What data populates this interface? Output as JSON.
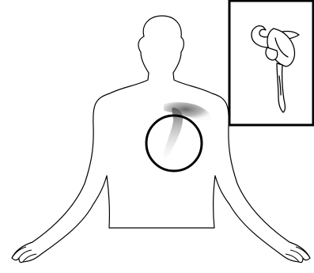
{
  "figure": {
    "subject": "body-outline-front",
    "highlight": "upper-left-chest",
    "inset": "device-and-lead-closeup"
  },
  "colors": {
    "background": "#ffffff",
    "outline": "#000000",
    "shading_dark": "#6b6b6b",
    "shading_light": "#d6d6d6"
  },
  "icons": {
    "body": "human-torso-outline",
    "marker": "circle-marker",
    "inset_device": "implant-device-icon"
  }
}
